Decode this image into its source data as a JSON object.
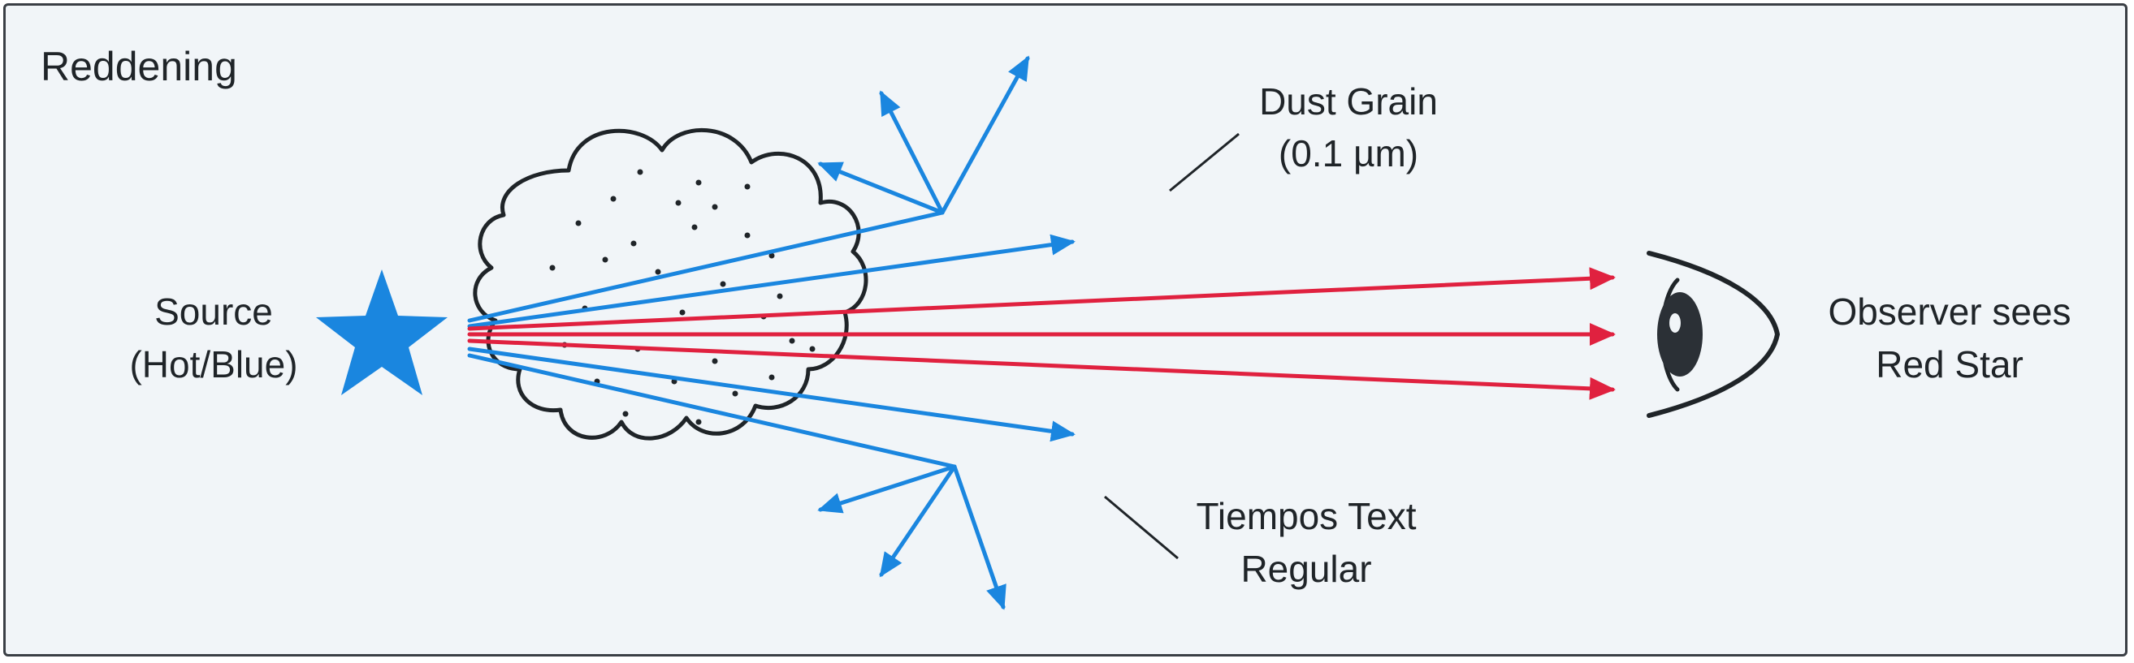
{
  "title": "Reddening",
  "source": {
    "line1": "Source",
    "line2": "(Hot/Blue)"
  },
  "dust_label": {
    "line1": "Dust Grain",
    "line2": "(0.1 µm)"
  },
  "font_label": {
    "line1": "Tiempos Text",
    "line2": "Regular"
  },
  "observer": {
    "line1": "Observer sees",
    "line2": "Red Star"
  },
  "colors": {
    "blue": "#1a86df",
    "red": "#e0213f",
    "outline": "#1f2428",
    "background": "#f1f5f8"
  },
  "icons": [
    "star-icon",
    "eye-icon",
    "dust-cloud"
  ]
}
